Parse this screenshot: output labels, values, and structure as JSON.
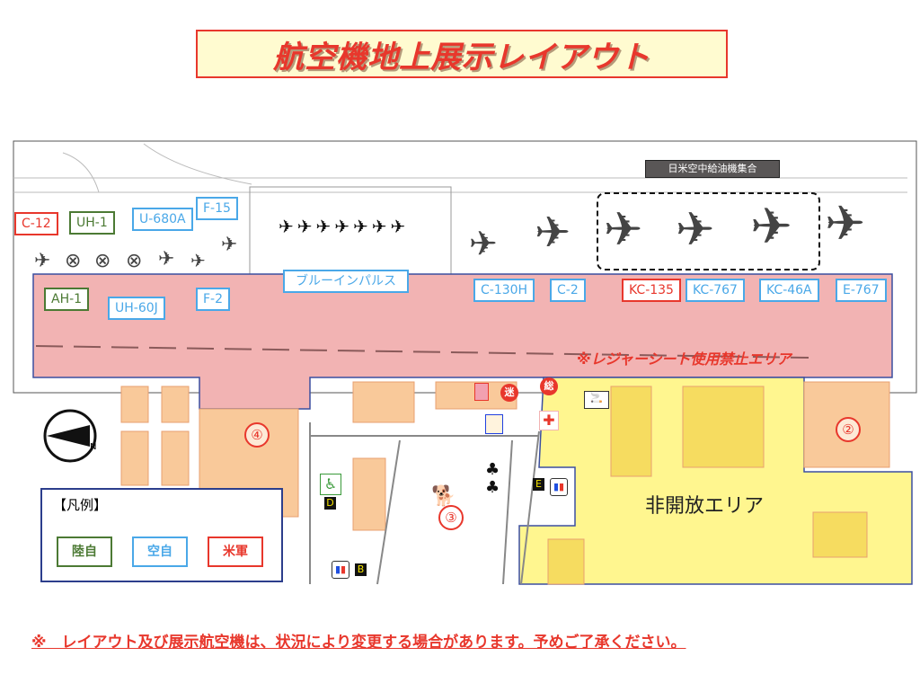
{
  "title": "航空機地上展示レイアウト",
  "tanker_group_label": "日米空中給油機集合",
  "callouts": [
    {
      "label": "C-12",
      "branch": "米軍"
    },
    {
      "label": "UH-1",
      "branch": "陸自"
    },
    {
      "label": "U-680A",
      "branch": "空自"
    },
    {
      "label": "F-15",
      "branch": "空自"
    },
    {
      "label": "AH-1",
      "branch": "陸自"
    },
    {
      "label": "UH-60J",
      "branch": "空自"
    },
    {
      "label": "F-2",
      "branch": "空自"
    },
    {
      "label": "ブルーインパルス",
      "branch": "空自"
    },
    {
      "label": "C-130H",
      "branch": "空自"
    },
    {
      "label": "C-2",
      "branch": "空自"
    },
    {
      "label": "KC-135",
      "branch": "米軍"
    },
    {
      "label": "KC-767",
      "branch": "空自"
    },
    {
      "label": "KC-46A",
      "branch": "空自"
    },
    {
      "label": "E-767",
      "branch": "空自"
    }
  ],
  "no_sheet_area": "※レジャーシート使用禁止エリア",
  "closed_area": "非開放エリア",
  "area_numbers": [
    "②",
    "③",
    "④"
  ],
  "facility_letters": [
    "B",
    "D",
    "E"
  ],
  "facility_marks": {
    "lost_child": "迷",
    "general_info": "総"
  },
  "legend": {
    "title": "【凡例】",
    "items": [
      {
        "label": "陸自",
        "color": "#4c7a34"
      },
      {
        "label": "空自",
        "color": "#4aa8e8"
      },
      {
        "label": "米軍",
        "color": "#e8372c"
      }
    ]
  },
  "colors": {
    "no_sheet_zone": "#f2b3b3",
    "closed_zone": "#fff68f",
    "building": "#f9c99a",
    "accent_red": "#e8372c"
  },
  "footer": "※　レイアウト及び展示航空機は、状況により変更する場合があります。予めご了承ください。"
}
